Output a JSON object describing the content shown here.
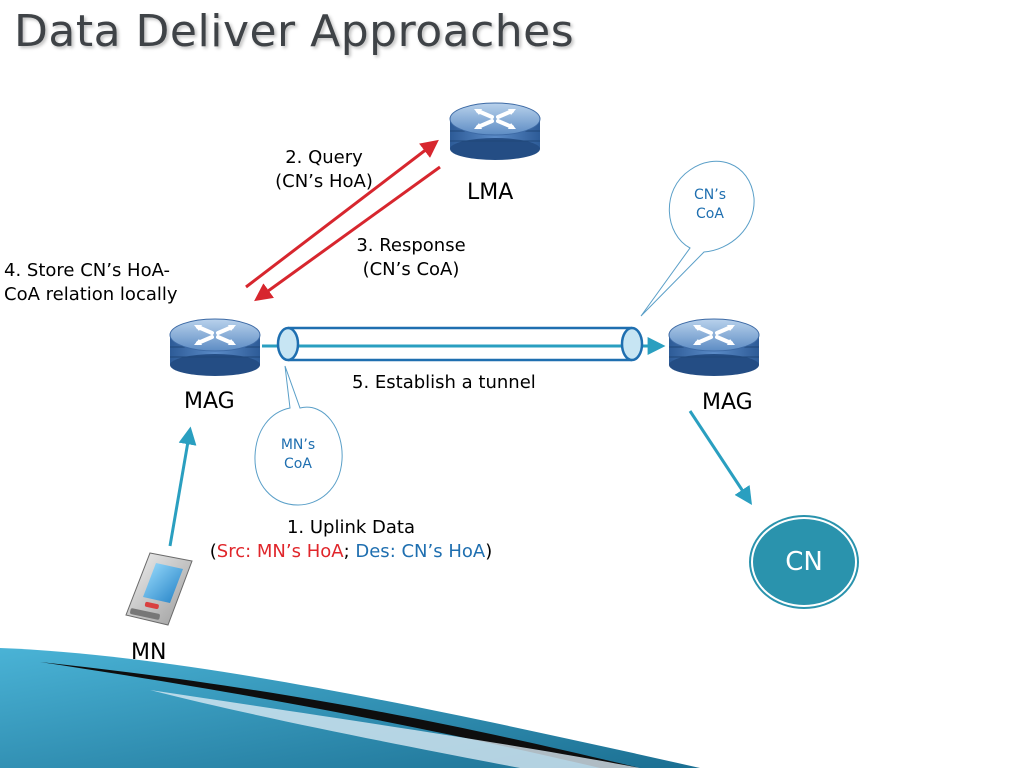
{
  "slide": {
    "title": "Data Deliver Approaches"
  },
  "nodes": {
    "lma": "LMA",
    "mag_left": "MAG",
    "mag_right": "MAG",
    "mn": "MN",
    "cn": "CN"
  },
  "steps": {
    "query_line1": "2. Query",
    "query_line2": "(CN’s HoA)",
    "response_line1": "3. Response",
    "response_line2": "(CN’s CoA)",
    "store_line1": "4. Store CN’s HoA-",
    "store_line2": "CoA relation locally",
    "tunnel": "5. Establish a tunnel",
    "uplink_line1": "1. Uplink Data",
    "uplink_open": "(",
    "uplink_src": "Src: MN’s HoA",
    "uplink_sep": "; ",
    "uplink_des": "Des: CN’s HoA",
    "uplink_close": ")"
  },
  "bubbles": {
    "cn_coa_line1": "CN’s",
    "cn_coa_line2": "CoA",
    "mn_coa_line1": "MN’s",
    "mn_coa_line2": "CoA"
  },
  "colors": {
    "arrow_red": "#d7262e",
    "arrow_teal": "#2a9fc0",
    "tunnel": "#1f6fb0",
    "cn_fill": "#2a93ad"
  }
}
